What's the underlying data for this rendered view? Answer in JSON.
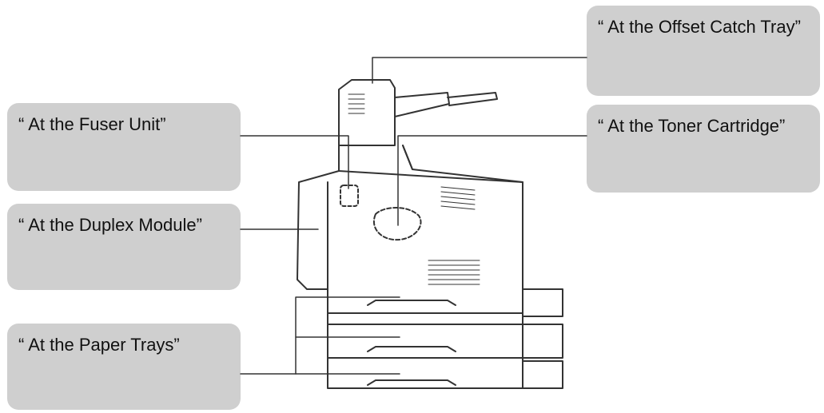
{
  "callouts": {
    "fuser": "“ At the Fuser Unit”",
    "duplex": "“ At the Duplex Module”",
    "paper": "“ At the Paper Trays”",
    "offset": "“ At the Offset Catch Tray”",
    "toner": "“ At the Toner Cartridge”"
  },
  "colors": {
    "callout_fill": "#cfcfcf",
    "line": "#333333",
    "text": "#111111"
  }
}
